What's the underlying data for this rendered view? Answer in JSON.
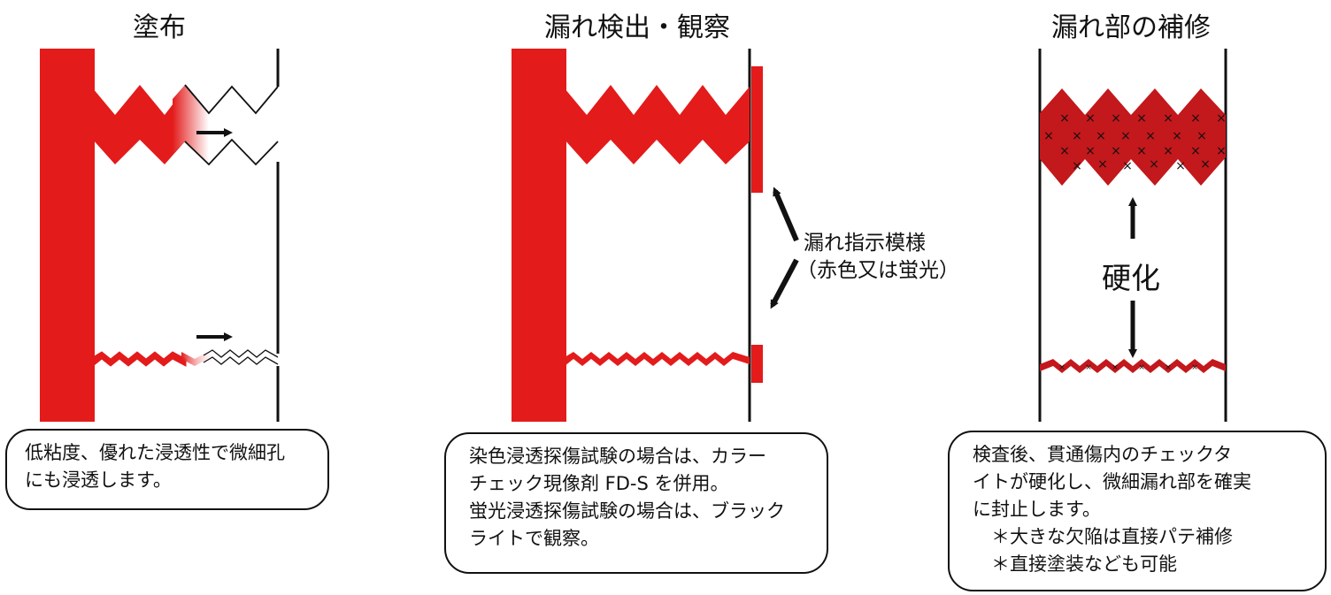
{
  "panels": {
    "apply": {
      "title": "塗布",
      "callout": [
        "低粘度、優れた浸透性で微細孔",
        "にも浸透します。"
      ]
    },
    "detect": {
      "title": "漏れ検出・観察",
      "indicator_label": [
        "漏れ指示模様",
        "（赤色又は蛍光）"
      ],
      "callout": [
        "染色浸透探傷試験の場合は、カラー",
        "チェック現像剤 FD-S を併用。",
        "蛍光浸透探傷試験の場合は、ブラック",
        "ライトで観察。"
      ]
    },
    "repair": {
      "title": "漏れ部の補修",
      "cure_label": "硬化",
      "callout": [
        "検査後、貫通傷内のチェックタ",
        "イトが硬化し、微細漏れ部を確実",
        "に封止します。",
        "　＊大きな欠陥は直接パテ補修",
        "　＊直接塗装なども可能"
      ]
    }
  },
  "colors": {
    "sealant": "#e31b1b",
    "cured": "#c3181c",
    "line": "#111111"
  }
}
